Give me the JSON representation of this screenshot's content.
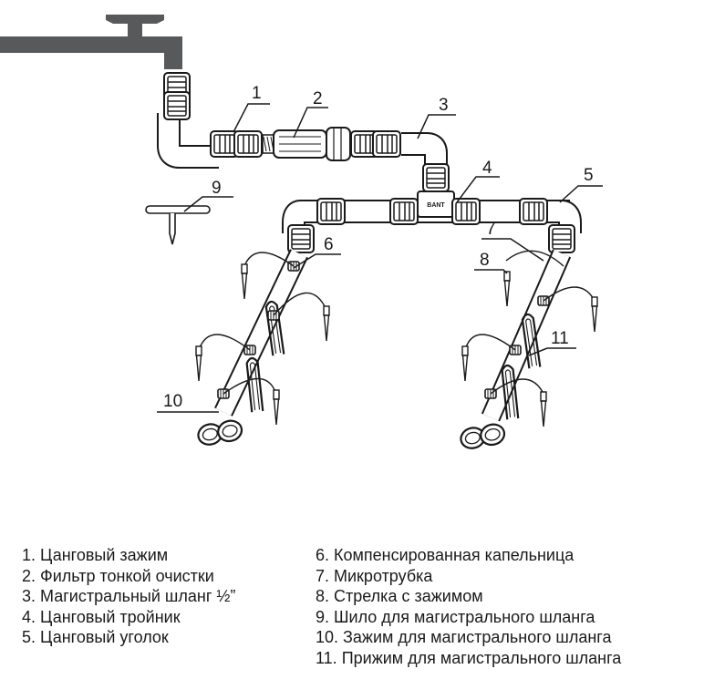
{
  "diagram": {
    "callouts": [
      "1",
      "2",
      "3",
      "4",
      "5",
      "6",
      "7",
      "8",
      "9",
      "10",
      "11"
    ],
    "tee_mark": "BANT"
  },
  "legend": {
    "left": [
      "1. Цанговый зажим",
      "2. Фильтр тонкой очистки",
      "3. Магистральный шланг ½”",
      "4. Цанговый тройник",
      "5. Цанговый уголок"
    ],
    "right": [
      "6. Компенсированная капельница",
      "7. Микротрубка",
      "8. Стрелка с зажимом",
      "9. Шило для магистрального шланга",
      "10. Зажим для магистрального шланга",
      "11. Прижим для магистрального шланга"
    ]
  }
}
